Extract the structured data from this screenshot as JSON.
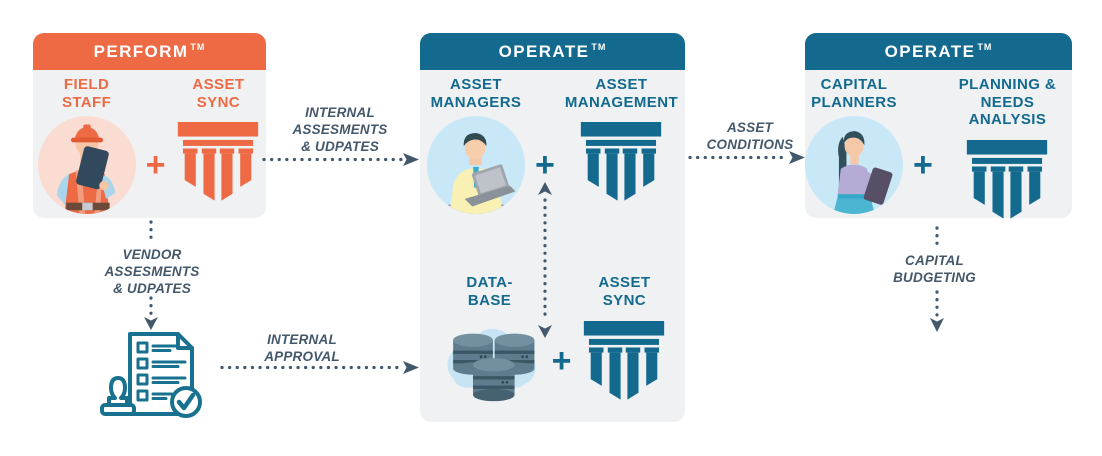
{
  "plus_sign": "+",
  "colors": {
    "orange": "#ED6A45",
    "teal": "#136A8E",
    "slate": "#44586B",
    "panel_bg": "#EFF1F3"
  },
  "panels": {
    "perform": {
      "title": "PERFORM",
      "tm": "TM",
      "items": [
        {
          "label": "FIELD\nSTAFF",
          "icon": "field-staff-worker-illustration"
        },
        {
          "label": "ASSET\nSYNC",
          "icon": "pillar-icon"
        }
      ]
    },
    "operate_center": {
      "title": "OPERATE",
      "tm": "TM",
      "rows": [
        {
          "items": [
            {
              "label": "ASSET\nMANAGERS",
              "icon": "asset-manager-laptop-illustration"
            },
            {
              "label": "ASSET\nMANAGEMENT",
              "icon": "pillar-icon"
            }
          ]
        },
        {
          "items": [
            {
              "label": "DATA-\nBASE",
              "icon": "database-cloud-illustration"
            },
            {
              "label": "ASSET\nSYNC",
              "icon": "pillar-icon"
            }
          ]
        }
      ]
    },
    "operate_right": {
      "title": "OPERATE",
      "tm": "TM",
      "items": [
        {
          "label": "CAPITAL\nPLANNERS",
          "icon": "capital-planner-illustration"
        },
        {
          "label": "PLANNING &\nNEEDS ANALYSIS",
          "icon": "pillar-icon"
        }
      ]
    }
  },
  "connectors": {
    "internal_assessments": "INTERNAL\nASSESMENTS\n& UDPATES",
    "vendor_assessments": "VENDOR\nASSESMENTS\n& UDPATES",
    "internal_approval": "INTERNAL\nAPPROVAL",
    "asset_conditions": "ASSET\nCONDITIONS",
    "capital_budgeting": "CAPITAL\nBUDGETING",
    "approval_icon": "stamp-checklist-icon"
  }
}
